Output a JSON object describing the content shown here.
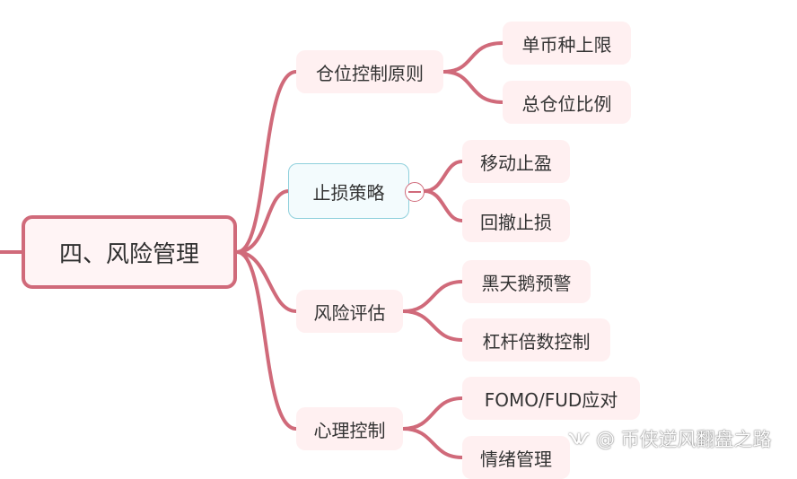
{
  "mindmap": {
    "root": "四、风险管理",
    "branches": [
      {
        "label": "仓位控制原则",
        "children": [
          "单币种上限",
          "总仓位比例"
        ]
      },
      {
        "label": "止损策略",
        "children": [
          "移动止盈",
          "回撤止损"
        ]
      },
      {
        "label": "风险评估",
        "children": [
          "黑天鹅预警",
          "杠杆倍数控制"
        ]
      },
      {
        "label": "心理控制",
        "children": [
          "FOMO/FUD应对",
          "情绪管理"
        ]
      }
    ]
  },
  "watermark": {
    "text": "@ 币侠逆风翻盘之路",
    "icon": "wechat-channel-icon"
  },
  "colors": {
    "line": "#d06a7a",
    "node_bg": "#fff0f1",
    "selected_border": "#8fd0dc"
  }
}
